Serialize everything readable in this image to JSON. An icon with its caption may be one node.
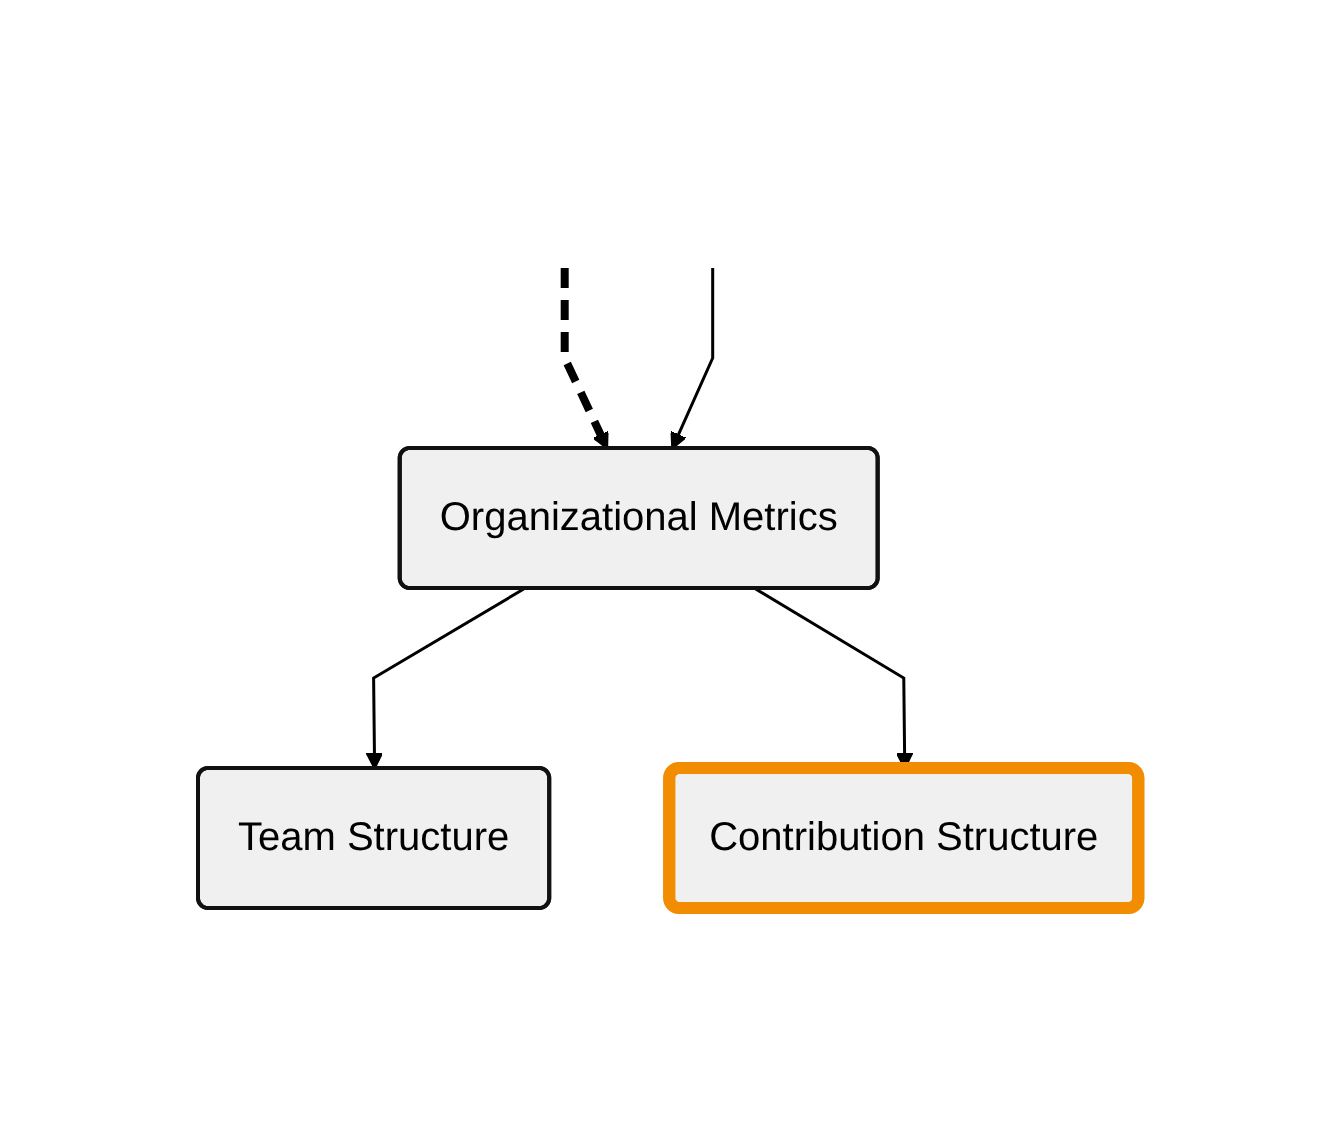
{
  "diagram": {
    "nodes": [
      {
        "text": [
          "Organizational Metrics"
        ]
      },
      {
        "text": [
          "Team Structure"
        ]
      },
      {
        "text": [
          "Contribution Structure"
        ]
      }
    ],
    "edges": [
      {
        "from": null,
        "to": 0,
        "arrow": "to",
        "style": "dashed"
      },
      {
        "from": null,
        "to": 0,
        "arrow": "to"
      },
      {
        "from": 0,
        "to": 1,
        "arrow": "to"
      },
      {
        "from": 0,
        "to": 2,
        "arrow": "to"
      }
    ]
  }
}
